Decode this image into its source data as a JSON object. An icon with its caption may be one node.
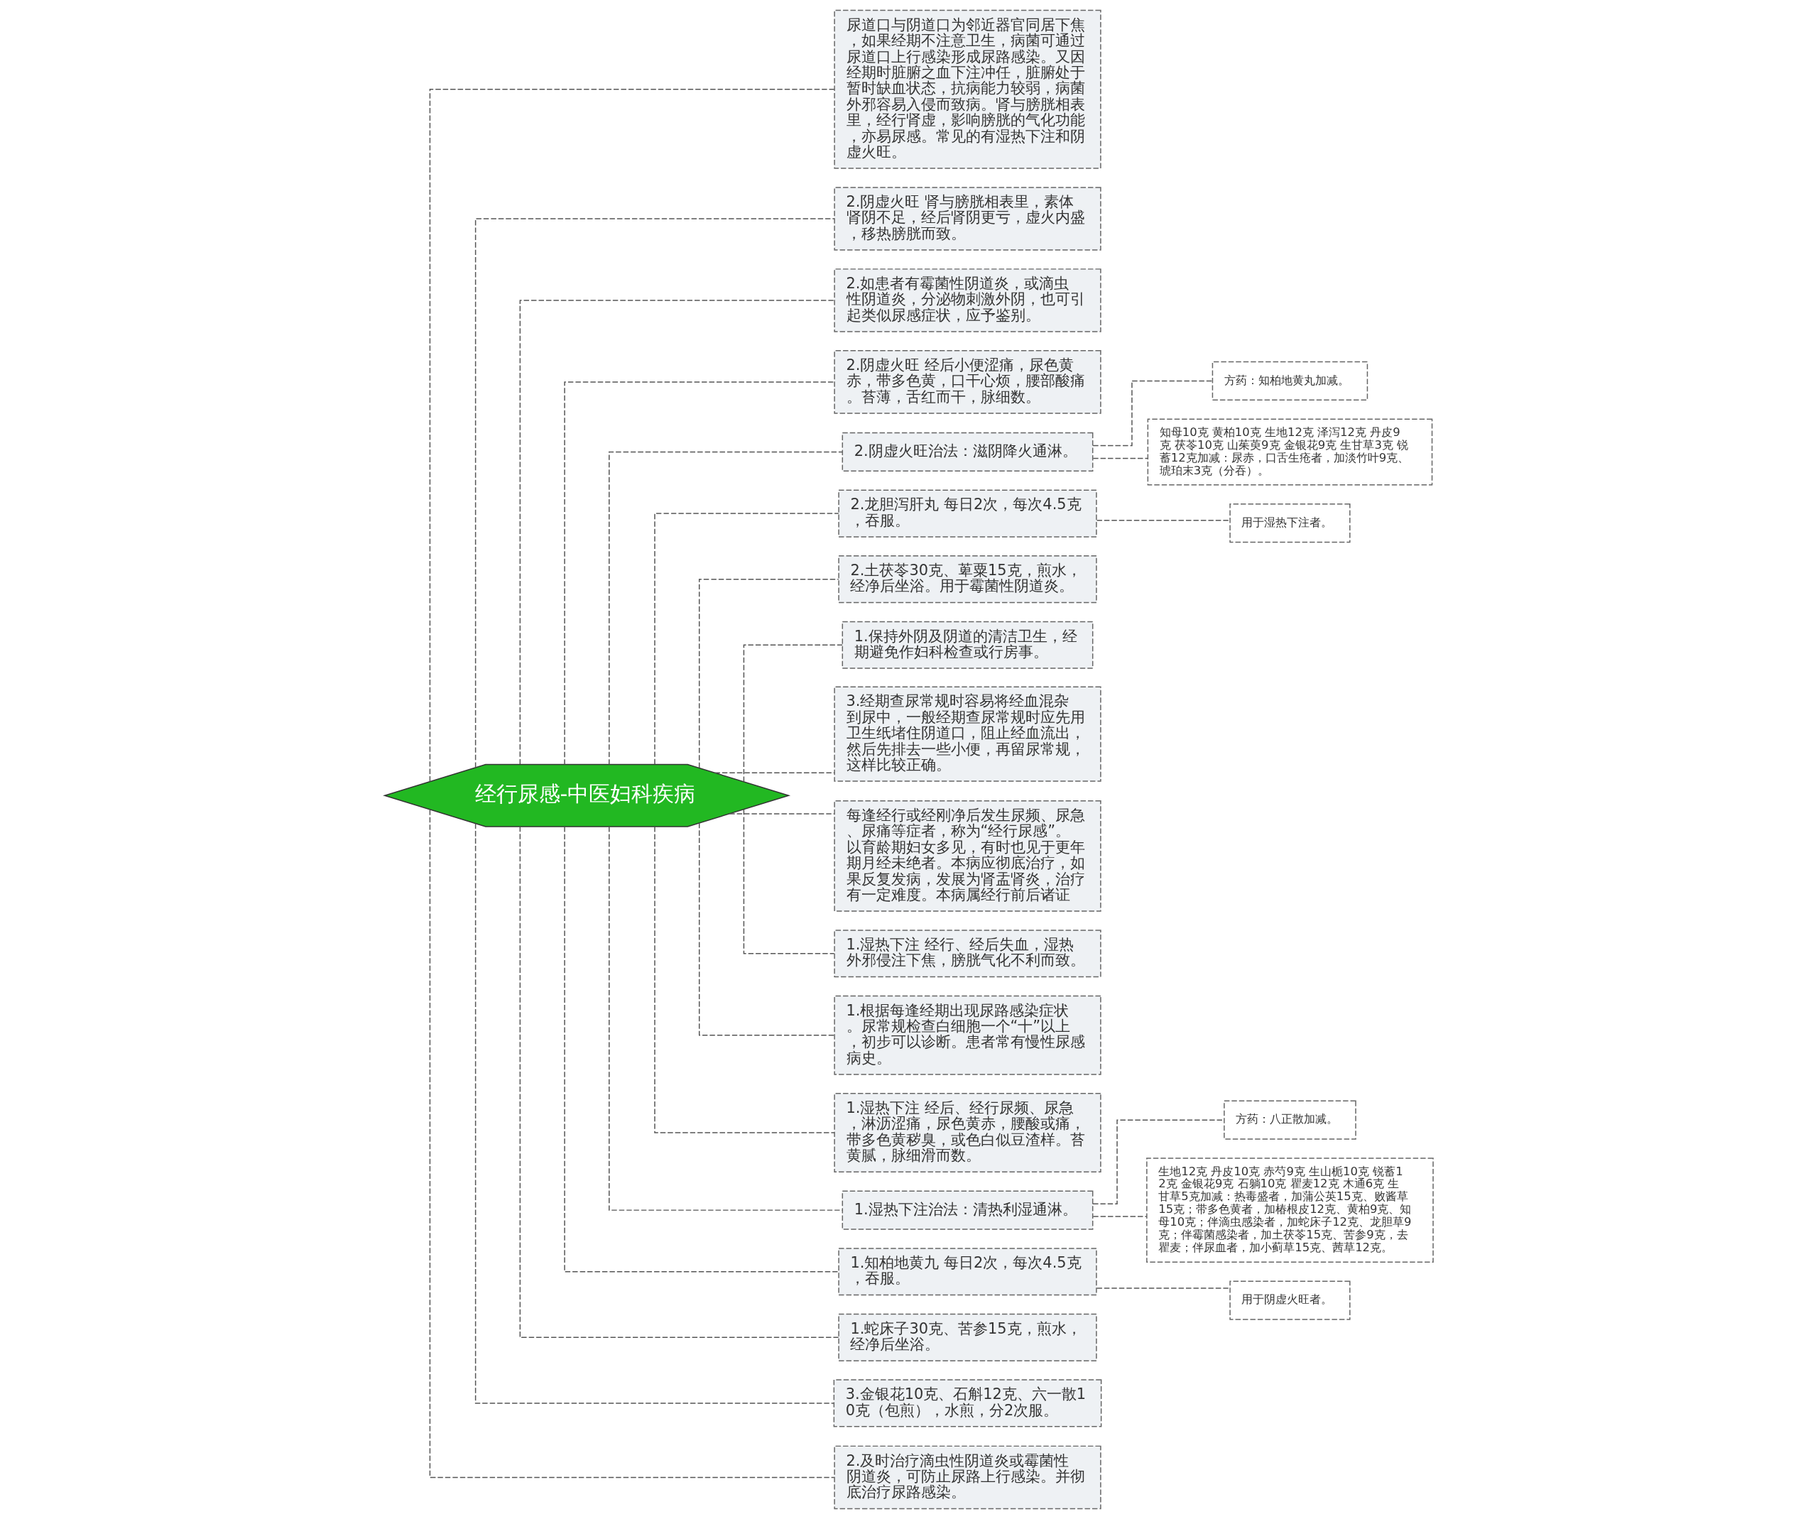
{
  "diagram": {
    "nodes": [
      {
        "text": [
          "经行尿感-中医妇科疾病"
        ]
      },
      {
        "text": [
          "尿道口与阴道口为邻近器官同居下焦，如果经期不注意卫生，病菌可通过尿道口上行感染形成尿路感染。又因经期时脏腑之血下注冲任，脏腑处于暂时缺血状态，抗病能力较弱，病菌外邪容易入侵而致病。肾与膀胱相表里，经行肾虚，影响膀胱的气化功能，亦易尿感。常见的有湿热下注和阴虚火旺。"
        ]
      },
      {
        "text": [
          "2.阴虚火旺 肾与膀胱相表里，素体肾阴不足，经后肾阴更亏，虚火内盛，移热膀胱而致。"
        ]
      },
      {
        "text": [
          "2.如患者有霉菌性阴道炎，或滴虫性阴道炎，分泌物刺激外阴，也可引起类似尿感症状，应予鉴别。"
        ]
      },
      {
        "text": [
          "2.阴虚火旺 经后小便涩痛，尿色黄赤，带多色黄，口干心烦，腰部酸痛。苔薄，舌红而干，脉细数。"
        ]
      },
      {
        "text": [
          "2.阴虚火旺治法：滋阴降火通淋。"
        ]
      },
      {
        "text": [
          "方药：知柏地黄丸加减。"
        ]
      },
      {
        "text": [
          "知母10克 黄柏10克 生地12克 泽泻12克 丹皮9克 茯苓10克 山茱萸9克 金银花9克 生甘草3克 锐蓄12克加减：尿赤，口舌生疮者，加淡竹叶9克、琥珀末3克（分吞）。"
        ]
      },
      {
        "text": [
          "2.龙胆泻肝丸 每日2次，每次4.5克，吞服。"
        ]
      },
      {
        "text": [
          "用于湿热下注者。"
        ]
      },
      {
        "text": [
          "2.土茯苓30克、萆粟15克，煎水，经净后坐浴。用于霉菌性阴道炎。"
        ]
      },
      {
        "text": [
          "1.保持外阴及阴道的清洁卫生，经期避免作妇科检查或行房事。"
        ]
      },
      {
        "text": [
          "3.经期查尿常规时容易将经血混杂到尿中，一般经期查尿常规时应先用卫生纸堵住阴道口，阻止经血流出，然后先排去一些小便，再留尿常规，这样比较正确。"
        ]
      },
      {
        "text": [
          "每逢经行或经刚净后发生尿频、尿急、尿痛等症者，称为“经行尿感”。以育龄期妇女多见，有时也见于更年期月经未绝者。本病应彻底治疗，如果反复发病，发展为肾盂肾炎，治疗有一定难度。本病属经行前后诸证"
        ]
      },
      {
        "text": [
          "1.湿热下注 经行、经后失血，湿热外邪侵注下焦，膀胱气化不利而致。"
        ]
      },
      {
        "text": [
          "1.根据每逢经期出现尿路感染症状。尿常规检查白细胞一个“十”以上，初步可以诊断。患者常有慢性尿感病史。"
        ]
      },
      {
        "text": [
          "1.湿热下注 经后、经行尿频、尿急，淋沥涩痛，尿色黄赤，腰酸或痛，带多色黄秽臭，或色白似豆渣样。苔黄腻，脉细滑而数。"
        ]
      },
      {
        "text": [
          "1.湿热下注治法：清热利湿通淋。"
        ]
      },
      {
        "text": [
          "方药：八正散加减。"
        ]
      },
      {
        "text": [
          "生地12克 丹皮10克 赤芍9克 生山栀10克 锐蓄12克 金银花9克 石躺10克 瞿麦12克 木通6克 生甘草5克加减：热毒盛者，加蒲公英15克、败酱草15克；带多色黄者，加椿根皮12克、黄柏9克、知母10克；伴滴虫感染者，加蛇床子12克、龙胆草9克；伴霉菌感染者，加土茯苓15克、苦参9克，去瞿麦；伴尿血者，加小蓟草15克、茜草12克。"
        ]
      },
      {
        "text": [
          "1.知柏地黄九 每日2次，每次4.5克，吞服。"
        ]
      },
      {
        "text": [
          "用于阴虚火旺者。"
        ]
      },
      {
        "text": [
          "1.蛇床子30克、苦参15克，煎水，经净后坐浴。"
        ]
      },
      {
        "text": [
          "3.金银花10克、石斛12克、六一散10克（包煎），水煎，分2次服。"
        ]
      },
      {
        "text": [
          "2.及时治疗滴虫性阴道炎或霉菌性阴道炎，可防止尿路上行感染。并彻底治疗尿路感染。"
        ]
      }
    ],
    "edges": [
      {
        "from": 0,
        "to": 1,
        "arrow": "none",
        "style": "dashed"
      },
      {
        "from": 0,
        "to": 2,
        "arrow": "none",
        "style": "dashed"
      },
      {
        "from": 0,
        "to": 3,
        "arrow": "none",
        "style": "dashed"
      },
      {
        "from": 0,
        "to": 4,
        "arrow": "none",
        "style": "dashed"
      },
      {
        "from": 0,
        "to": 5,
        "arrow": "none",
        "style": "dashed"
      },
      {
        "from": 5,
        "to": 6,
        "arrow": "none",
        "style": "dashed"
      },
      {
        "from": 5,
        "to": 7,
        "arrow": "none",
        "style": "dashed"
      },
      {
        "from": 0,
        "to": 8,
        "arrow": "none",
        "style": "dashed"
      },
      {
        "from": 8,
        "to": 9,
        "arrow": "none",
        "style": "dashed"
      },
      {
        "from": 0,
        "to": 10,
        "arrow": "none",
        "style": "dashed"
      },
      {
        "from": 0,
        "to": 11,
        "arrow": "none",
        "style": "dashed"
      },
      {
        "from": 0,
        "to": 12,
        "arrow": "none",
        "style": "dashed"
      },
      {
        "from": 0,
        "to": 13,
        "arrow": "none",
        "style": "dashed"
      },
      {
        "from": 0,
        "to": 14,
        "arrow": "none",
        "style": "dashed"
      },
      {
        "from": 0,
        "to": 15,
        "arrow": "none",
        "style": "dashed"
      },
      {
        "from": 0,
        "to": 16,
        "arrow": "none",
        "style": "dashed"
      },
      {
        "from": 0,
        "to": 17,
        "arrow": "none",
        "style": "dashed"
      },
      {
        "from": 17,
        "to": 18,
        "arrow": "none",
        "style": "dashed"
      },
      {
        "from": 17,
        "to": 19,
        "arrow": "none",
        "style": "dashed"
      },
      {
        "from": 0,
        "to": 20,
        "arrow": "none",
        "style": "dashed"
      },
      {
        "from": 20,
        "to": 21,
        "arrow": "none",
        "style": "dashed"
      },
      {
        "from": 0,
        "to": 22,
        "arrow": "none",
        "style": "dashed"
      },
      {
        "from": 0,
        "to": 23,
        "arrow": "none",
        "style": "dashed"
      },
      {
        "from": 0,
        "to": 24,
        "arrow": "none",
        "style": "dashed"
      }
    ]
  }
}
